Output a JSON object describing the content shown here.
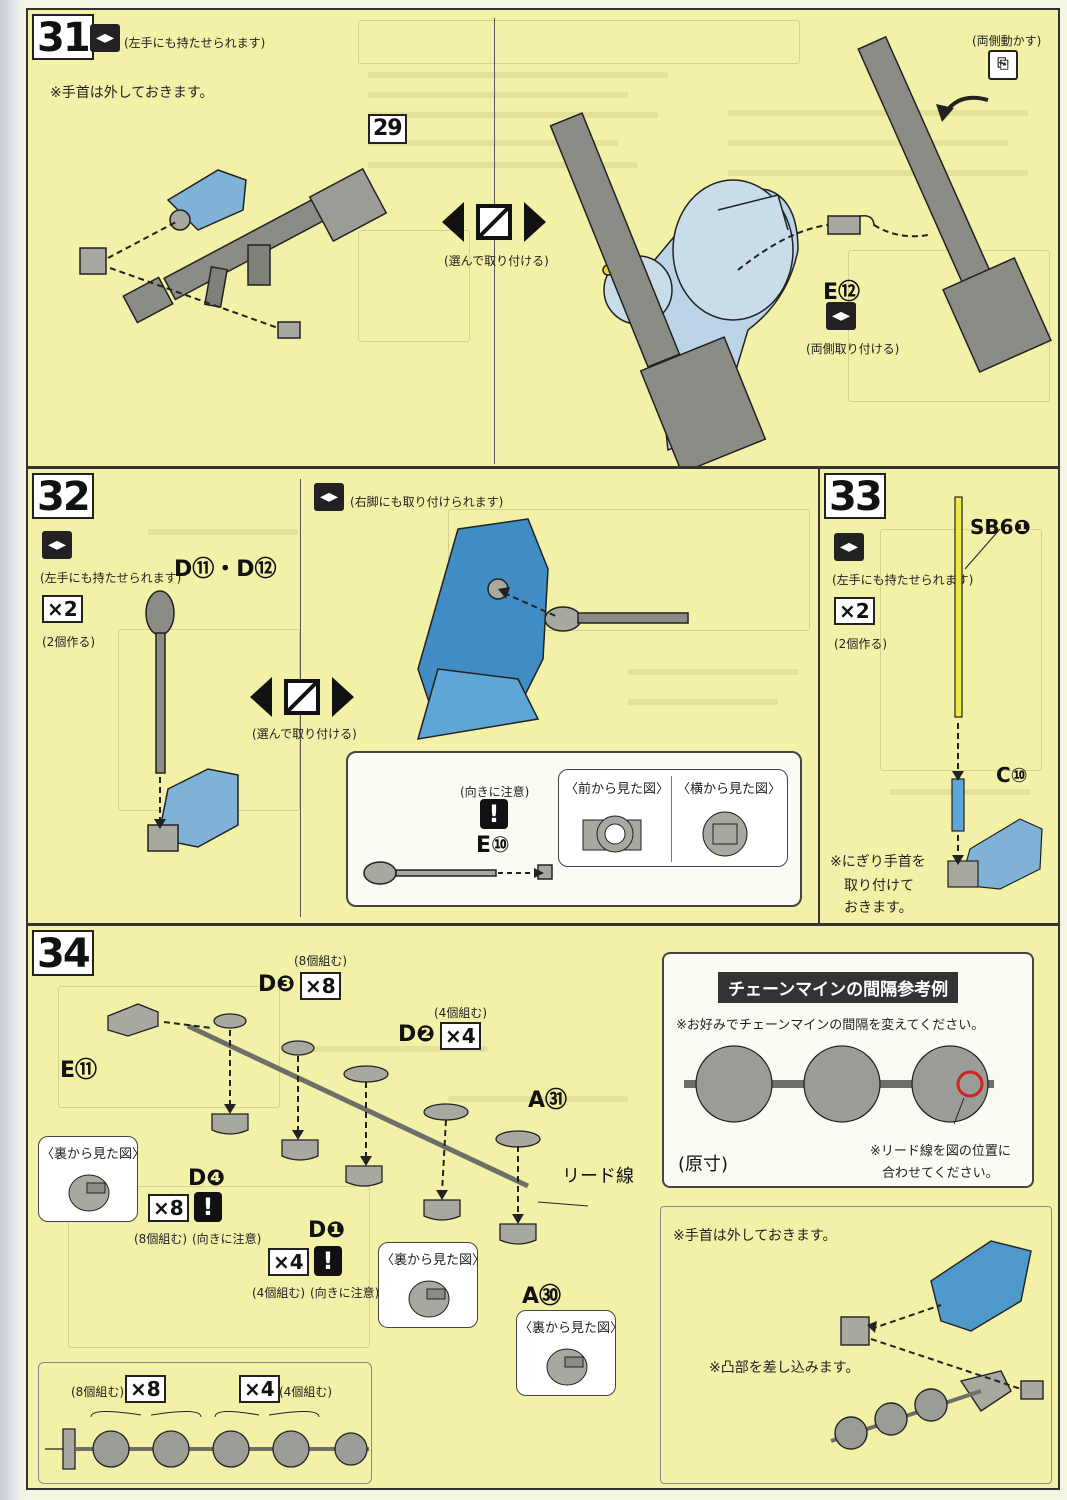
{
  "steps": {
    "s31": {
      "number": "31",
      "hand_note": "(左手にも持たせられます)",
      "wrist_note": "※手首は外しておきます。",
      "part_ref": "29",
      "choose_note": "(選んで取り付ける)",
      "swing_note": "(両側動かす)",
      "part_e": "E⑫",
      "both_sides_note": "(両側取り付ける)"
    },
    "s32": {
      "number": "32",
      "hand_note": "(左手にも持たせられます)",
      "times": "×2",
      "make_two": "(2個作る)",
      "part_d": "D⑪・D⑫",
      "choose_note": "(選んで取り付ける)",
      "foot_note": "(右脚にも取り付けられます)",
      "detail": {
        "orientation_note": "(向きに注意)",
        "part_e": "E⑩",
        "front_view": "〈前から見た図〉",
        "side_view": "〈横から見た図〉"
      }
    },
    "s33": {
      "number": "33",
      "hand_note": "(左手にも持たせられます)",
      "times": "×2",
      "make_two": "(2個作る)",
      "part_sb": "SB6❶",
      "part_c": "C⑩",
      "grip_note": [
        "※にぎり手首を",
        "取り付けて",
        "おきます。"
      ]
    },
    "s34": {
      "number": "34",
      "part_e": "E⑪",
      "part_d3": "D❸",
      "times8": "×8",
      "assemble8": "(8個組む)",
      "assemble4": "(4個組む)",
      "part_d2": "D❷",
      "times4": "×4",
      "part_a31": "A㉛",
      "lead_wire": "リード線",
      "back_view": "〈裏から見た図〉",
      "part_d4": "D❹",
      "orientation_note": "(向きに注意)",
      "part_d1": "D❶",
      "part_a30": "A㉚",
      "bottom_left": {
        "assemble8": "(8個組む)",
        "times8": "×8",
        "times4": "×4",
        "assemble4": "(4個組む)"
      },
      "chain_ref": {
        "title": "チェーンマインの間隔参考例",
        "desc": "※お好みでチェーンマインの間隔を変えてください。",
        "actual_size": "(原寸)",
        "lead_note": [
          "※リード線を図の位置に",
          "合わせてください。"
        ]
      },
      "wrist_panel": {
        "wrist_note": "※手首は外しておきます。",
        "insert_note": "※凸部を差し込みます。"
      }
    }
  },
  "colors": {
    "panel_bg": "#f3f1a8",
    "mecha_blue": "#7fb2d6",
    "weapon_gray": "#8a8d86",
    "accent_yellow": "#efe64a",
    "highlight_red": "#d22222"
  }
}
